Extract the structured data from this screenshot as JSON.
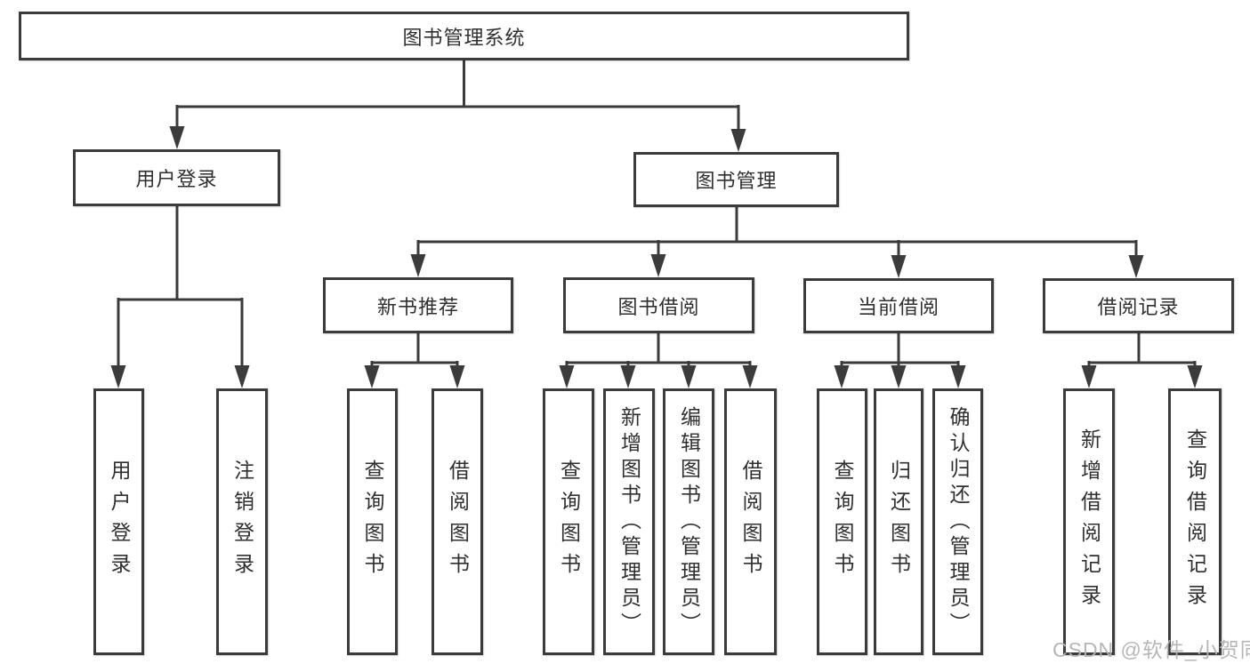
{
  "colors": {
    "line_color": "#3b3b3b",
    "text_color": "#2f2f2f",
    "watermark_color": "#b3b3b3"
  },
  "watermark": {
    "text": "CSDN @软件_小贺同学"
  },
  "tree": {
    "root": {
      "label": "图书管理系统"
    },
    "user_login": {
      "label": "用户登录",
      "children": [
        {
          "label": "用户登录"
        },
        {
          "label": "注销登录"
        }
      ]
    },
    "book_management": {
      "label": "图书管理",
      "children": [
        {
          "label": "新书推荐",
          "children": [
            {
              "label": "查询图书"
            },
            {
              "label": "借阅图书"
            }
          ]
        },
        {
          "label": "图书借阅",
          "children": [
            {
              "label": "查询图书"
            },
            {
              "label": "新增图书（管理员）"
            },
            {
              "label": "编辑图书（管理员）"
            },
            {
              "label": "借阅图书"
            }
          ]
        },
        {
          "label": "当前借阅",
          "children": [
            {
              "label": "查询图书"
            },
            {
              "label": "归还图书"
            },
            {
              "label": "确认归还（管理员）"
            }
          ]
        },
        {
          "label": "借阅记录",
          "children": [
            {
              "label": "新增借阅记录"
            },
            {
              "label": "查询借阅记录"
            }
          ]
        }
      ]
    }
  }
}
